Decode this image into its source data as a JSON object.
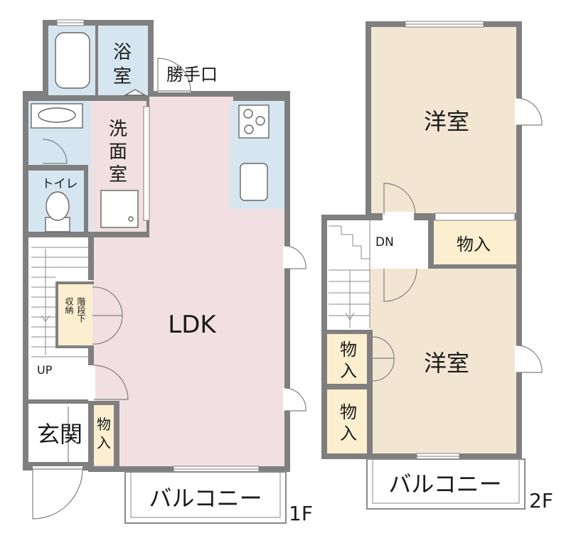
{
  "floor1": {
    "floor_label": "1F",
    "bath_chars": [
      "浴",
      "室"
    ],
    "service_entry": "勝手口",
    "washroom_chars": [
      "洗",
      "面",
      "室"
    ],
    "toilet": "トイレ",
    "ldk": "LDK",
    "under_stairs_storage_lines": [
      "階段下",
      "収納"
    ],
    "up_mark": "UP",
    "entrance": "玄関",
    "storage_chars": [
      "物",
      "入"
    ],
    "balcony": "バルコニー"
  },
  "floor2": {
    "floor_label": "2F",
    "western_room_top": "洋室",
    "western_room_bottom": "洋室",
    "dn_mark": "DN",
    "storage_right": "物入",
    "storage_left_a_chars": [
      "物",
      "入"
    ],
    "storage_left_b_chars": [
      "物",
      "入"
    ],
    "balcony": "バルコニー"
  },
  "colors": {
    "wall": "#7f7f7f",
    "wet_area": "#d6e6f1",
    "ldk": "#f1dfe1",
    "bedroom": "#f2e6d3",
    "storage": "#fbefcf",
    "hall": "#ffffff"
  }
}
